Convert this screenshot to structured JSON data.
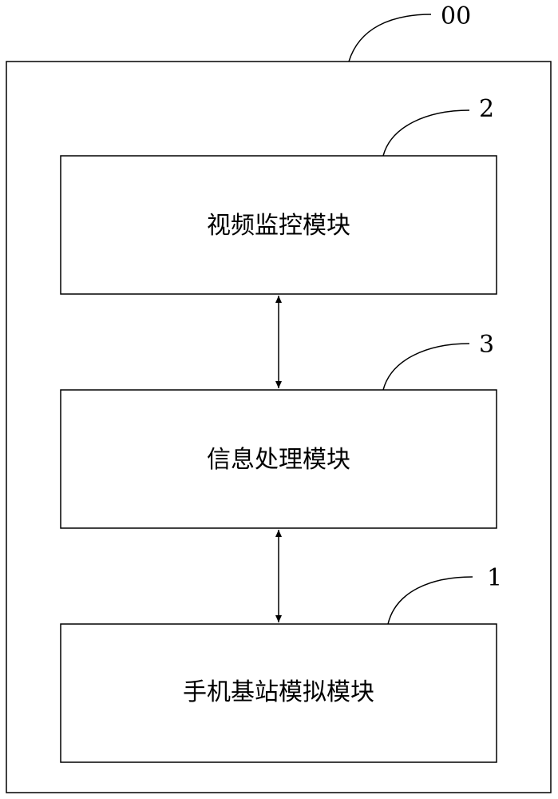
{
  "system": {
    "ref": "00"
  },
  "modules": [
    {
      "id": "video-monitoring",
      "ref": "2",
      "label": "视频监控模块"
    },
    {
      "id": "info-processing",
      "ref": "3",
      "label": "信息处理模块"
    },
    {
      "id": "base-station-sim",
      "ref": "1",
      "label": "手机基站模拟模块"
    }
  ],
  "connections": [
    {
      "from": "video-monitoring",
      "to": "info-processing",
      "direction": "bidirectional"
    },
    {
      "from": "info-processing",
      "to": "base-station-sim",
      "direction": "bidirectional"
    }
  ],
  "colors": {
    "stroke": "#000000",
    "background": "#ffffff"
  }
}
